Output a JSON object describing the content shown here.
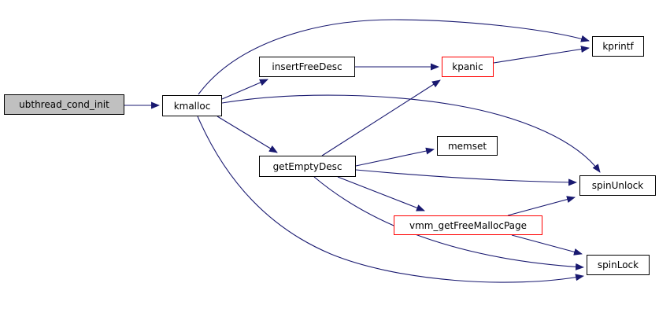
{
  "diagram": {
    "kind": "function-call-graph",
    "edge_color": "#191970",
    "node_border_color": "#000000",
    "truncated_node_border_color": "#ff0000",
    "root_node_fill": "#c0c0c0",
    "node_fill": "#ffffff",
    "nodes": [
      {
        "id": "ubthread_cond_init",
        "label": "ubthread_cond_init",
        "role": "root"
      },
      {
        "id": "kmalloc",
        "label": "kmalloc",
        "role": "callee"
      },
      {
        "id": "insertFreeDesc",
        "label": "insertFreeDesc",
        "role": "callee"
      },
      {
        "id": "kpanic",
        "label": "kpanic",
        "role": "callee-truncated"
      },
      {
        "id": "kprintf",
        "label": "kprintf",
        "role": "callee"
      },
      {
        "id": "memset",
        "label": "memset",
        "role": "callee"
      },
      {
        "id": "getEmptyDesc",
        "label": "getEmptyDesc",
        "role": "callee"
      },
      {
        "id": "spinUnlock",
        "label": "spinUnlock",
        "role": "callee"
      },
      {
        "id": "vmm_getFreeMallocPage",
        "label": "vmm_getFreeMallocPage",
        "role": "callee-truncated"
      },
      {
        "id": "spinLock",
        "label": "spinLock",
        "role": "callee"
      }
    ],
    "edges": [
      {
        "from": "ubthread_cond_init",
        "to": "kmalloc"
      },
      {
        "from": "kmalloc",
        "to": "insertFreeDesc"
      },
      {
        "from": "kmalloc",
        "to": "kprintf"
      },
      {
        "from": "kmalloc",
        "to": "getEmptyDesc"
      },
      {
        "from": "kmalloc",
        "to": "spinUnlock"
      },
      {
        "from": "kmalloc",
        "to": "spinLock"
      },
      {
        "from": "insertFreeDesc",
        "to": "kpanic"
      },
      {
        "from": "kpanic",
        "to": "kprintf"
      },
      {
        "from": "getEmptyDesc",
        "to": "kpanic"
      },
      {
        "from": "getEmptyDesc",
        "to": "memset"
      },
      {
        "from": "getEmptyDesc",
        "to": "spinUnlock"
      },
      {
        "from": "getEmptyDesc",
        "to": "vmm_getFreeMallocPage"
      },
      {
        "from": "getEmptyDesc",
        "to": "spinLock"
      },
      {
        "from": "vmm_getFreeMallocPage",
        "to": "spinUnlock"
      },
      {
        "from": "vmm_getFreeMallocPage",
        "to": "spinLock"
      }
    ]
  }
}
